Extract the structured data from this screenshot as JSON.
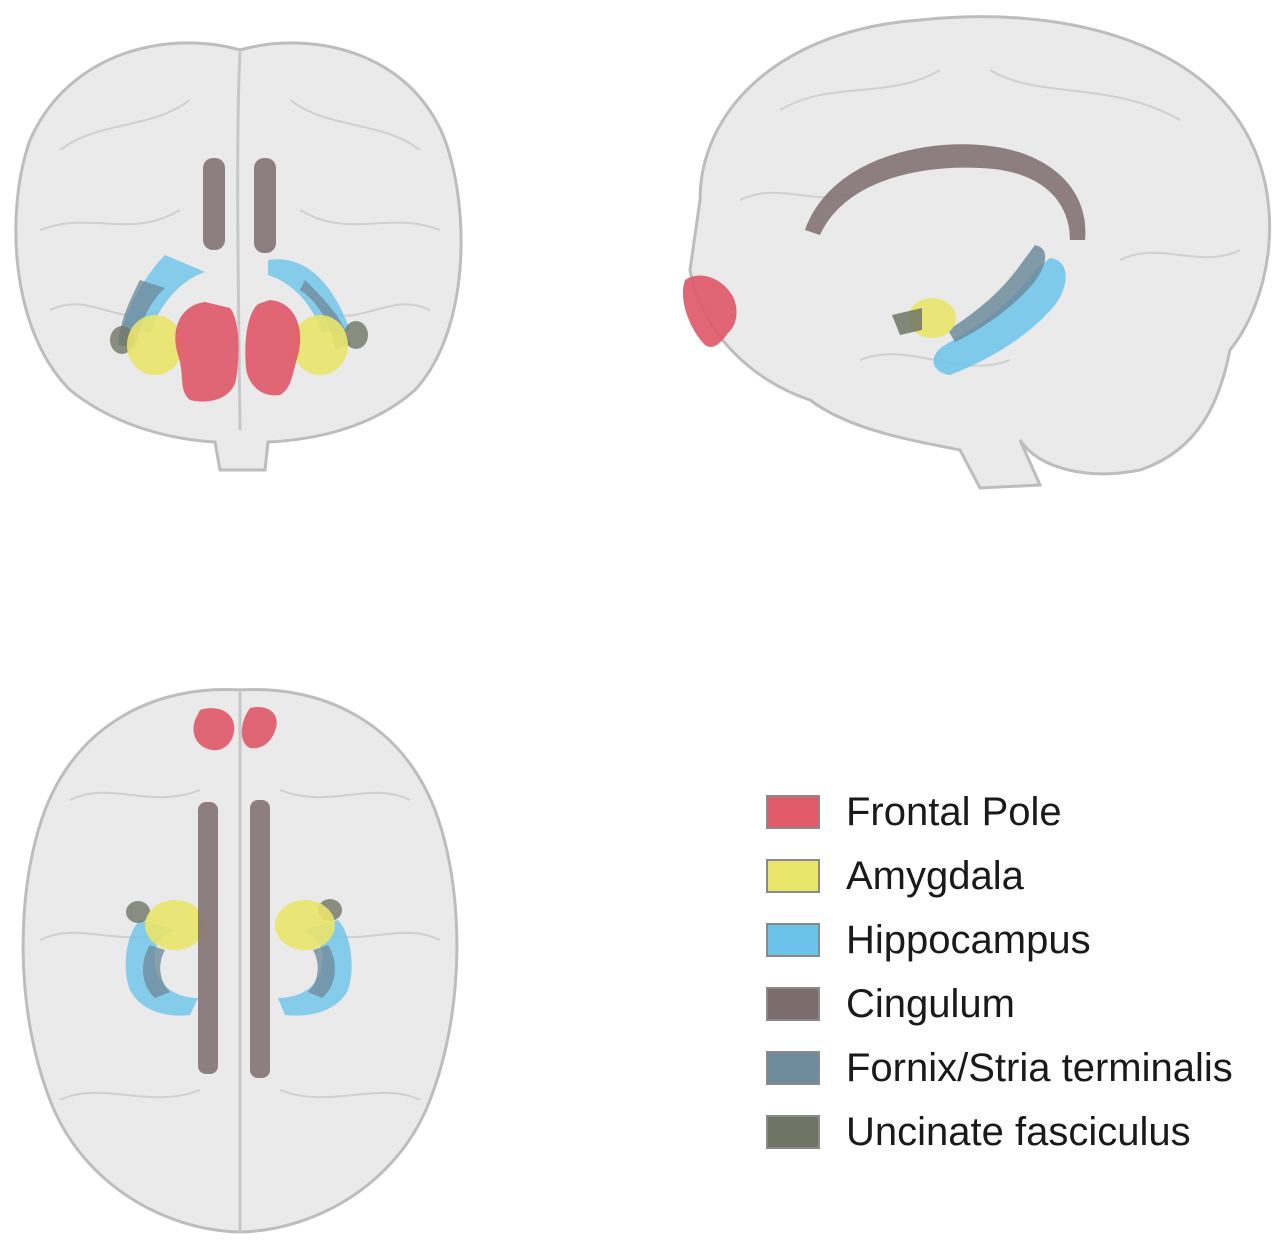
{
  "legend": {
    "items": [
      {
        "label": "Frontal Pole",
        "color": "#e05a6a"
      },
      {
        "label": "Amygdala",
        "color": "#e9e46a"
      },
      {
        "label": "Hippocampus",
        "color": "#6cc3ea"
      },
      {
        "label": "Cingulum",
        "color": "#7c6c6c"
      },
      {
        "label": "Fornix/Stria terminalis",
        "color": "#6f8c9c"
      },
      {
        "label": "Uncinate fasciculus",
        "color": "#6f7565"
      }
    ]
  },
  "colors": {
    "brain_fill": "#e4e4e4",
    "brain_stroke": "#b9b9b9",
    "frontal_pole": "#e05a6a",
    "amygdala": "#e9e46a",
    "hippocampus": "#6cc3ea",
    "cingulum": "#7c6c6c",
    "fornix": "#6f8c9c",
    "uncinate": "#6f7565"
  }
}
